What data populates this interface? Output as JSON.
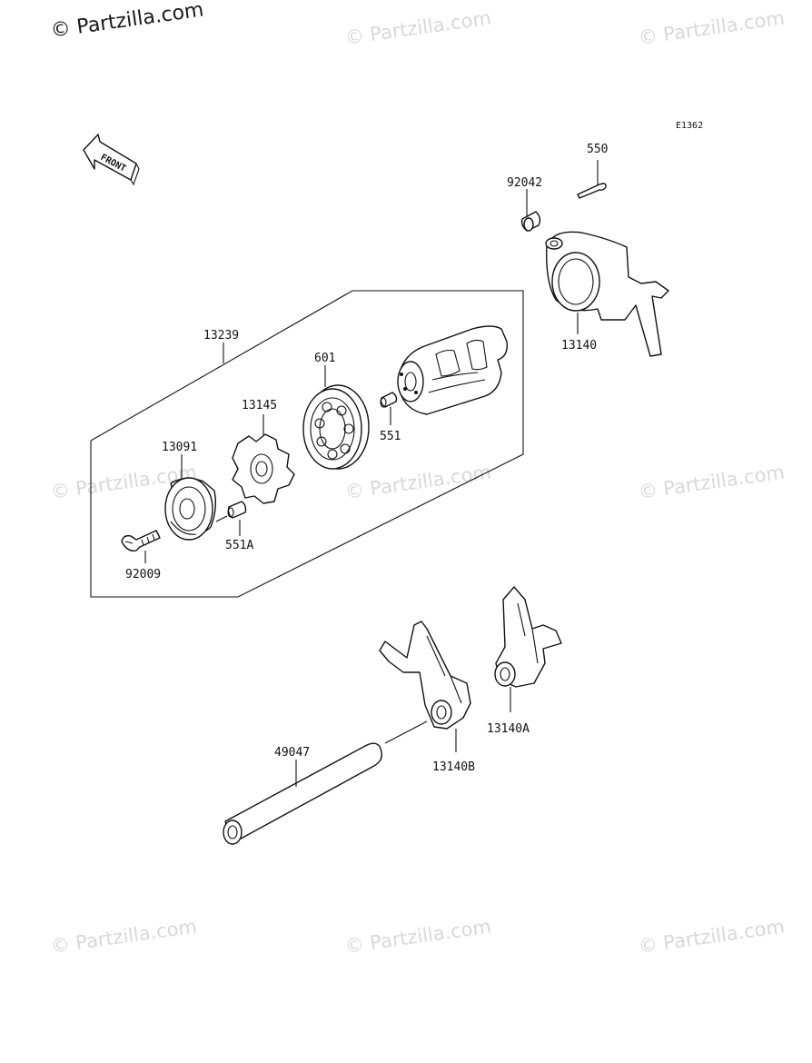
{
  "watermarks": {
    "main": "© Partzilla.com",
    "faint": "© Partzilla.com"
  },
  "diagram": {
    "code": "E1362",
    "front_label": "FRONT",
    "parts": [
      {
        "id": "550",
        "label": "550"
      },
      {
        "id": "92042",
        "label": "92042"
      },
      {
        "id": "13140",
        "label": "13140"
      },
      {
        "id": "13239",
        "label": "13239"
      },
      {
        "id": "601",
        "label": "601"
      },
      {
        "id": "13145",
        "label": "13145"
      },
      {
        "id": "551",
        "label": "551"
      },
      {
        "id": "13091",
        "label": "13091"
      },
      {
        "id": "551A",
        "label": "551A"
      },
      {
        "id": "92009",
        "label": "92009"
      },
      {
        "id": "49047",
        "label": "49047"
      },
      {
        "id": "13140A",
        "label": "13140A"
      },
      {
        "id": "13140B",
        "label": "13140B"
      }
    ]
  }
}
